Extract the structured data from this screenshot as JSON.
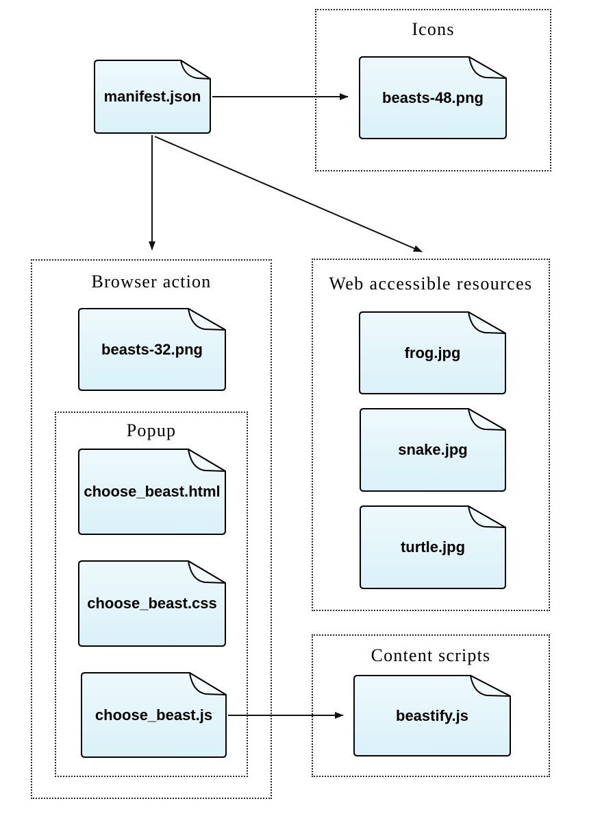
{
  "files": {
    "manifest": "manifest.json",
    "beasts48": "beasts-48.png",
    "beasts32": "beasts-32.png",
    "choose_html": "choose_beast.html",
    "choose_css": "choose_beast.css",
    "choose_js": "choose_beast.js",
    "frog": "frog.jpg",
    "snake": "snake.jpg",
    "turtle": "turtle.jpg",
    "beastify": "beastify.js"
  },
  "groups": {
    "icons": {
      "title": "Icons"
    },
    "browser_action": {
      "title": "Browser action"
    },
    "popup": {
      "title": "Popup"
    },
    "web_accessible_resources": {
      "title": "Web accessible resources"
    },
    "content_scripts": {
      "title": "Content scripts"
    }
  },
  "relations": [
    {
      "from": "manifest.json",
      "to": "beasts-48.png"
    },
    {
      "from": "manifest.json",
      "to": "Browser action"
    },
    {
      "from": "manifest.json",
      "to": "Web accessible resources"
    },
    {
      "from": "choose_beast.js",
      "to": "beastify.js"
    }
  ],
  "colors": {
    "file_fill_top": "#eef9fc",
    "file_fill_bottom": "#d9f1f8",
    "file_flap": "#f4fbfd",
    "outline": "#000000",
    "box_border": "#222222",
    "text": "#000000",
    "arrow": "#111111"
  }
}
